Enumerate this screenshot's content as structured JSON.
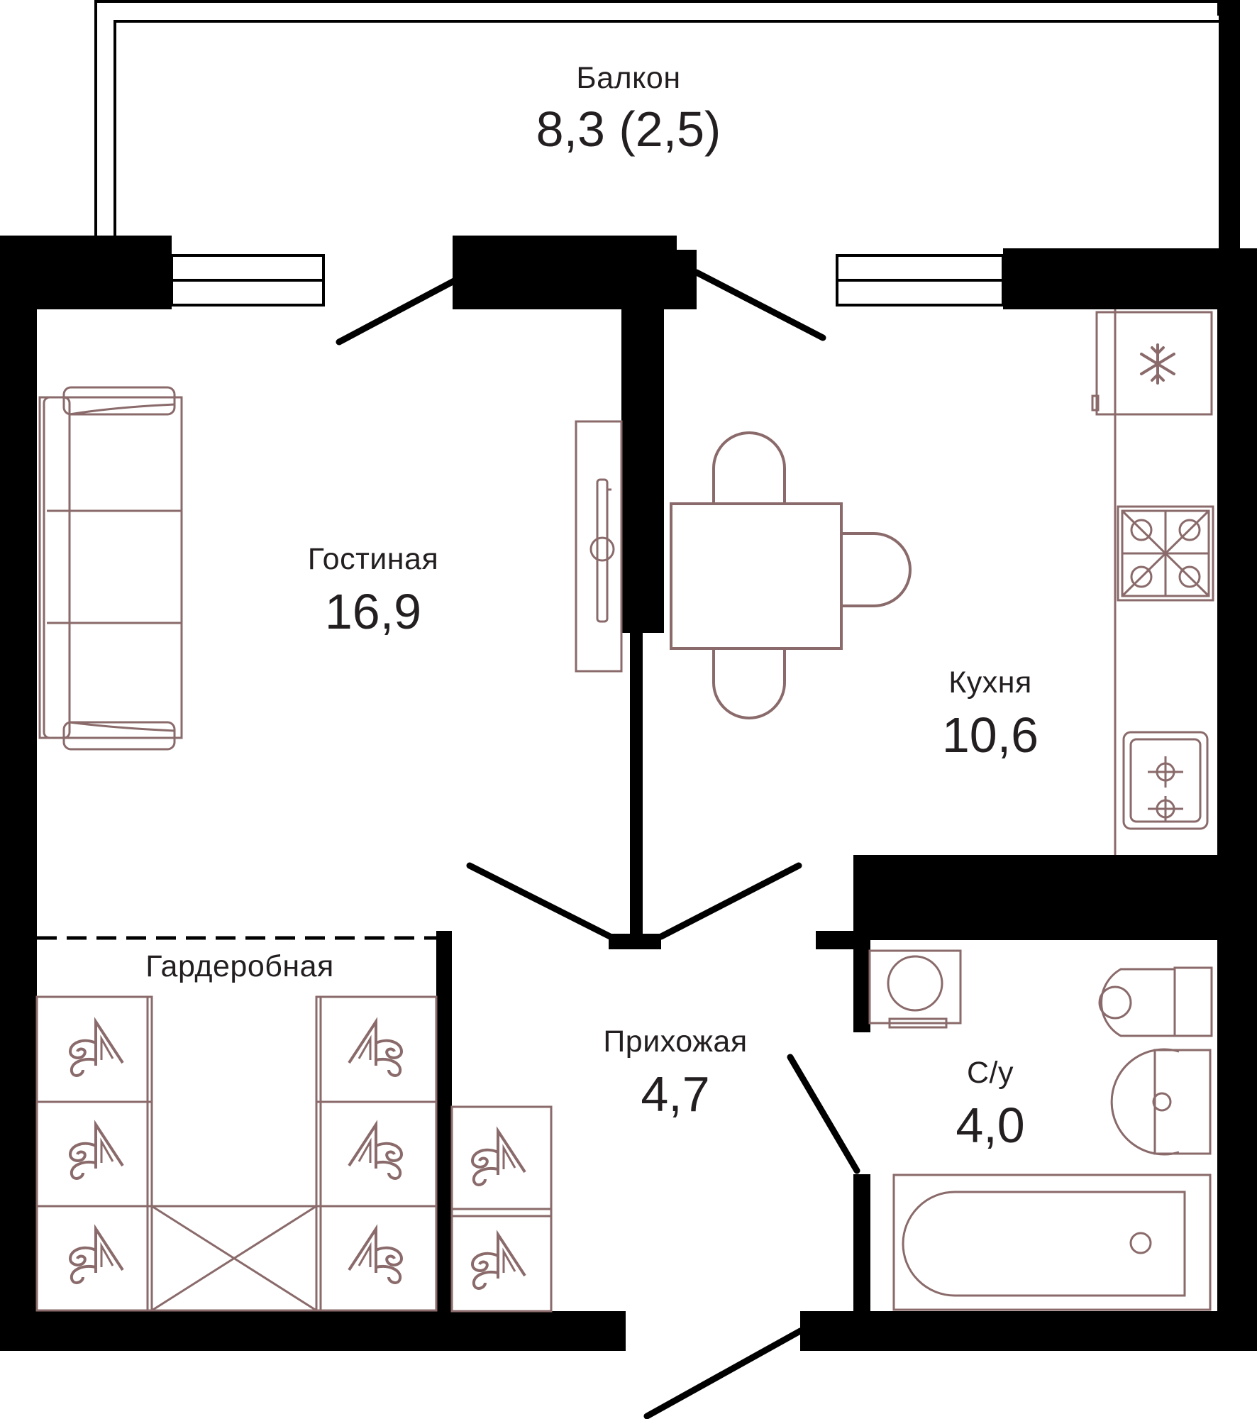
{
  "plan": {
    "rooms": [
      {
        "id": "balcony",
        "name": "Балкон",
        "area": "8,3 (2,5)"
      },
      {
        "id": "living",
        "name": "Гостиная",
        "area": "16,9"
      },
      {
        "id": "kitchen",
        "name": "Кухня",
        "area": "10,6"
      },
      {
        "id": "hall",
        "name": "Прихожая",
        "area": "4,7"
      },
      {
        "id": "bathroom",
        "name": "С/у",
        "area": "4,0"
      },
      {
        "id": "wardrobe",
        "name": "Гардеробная",
        "area": ""
      }
    ]
  },
  "colors": {
    "wall": "#000000",
    "furniture": "#8a6a6a",
    "text": "#231f20",
    "background": "#ffffff"
  },
  "icons": [
    "snowflake-icon",
    "hanger-icon"
  ]
}
